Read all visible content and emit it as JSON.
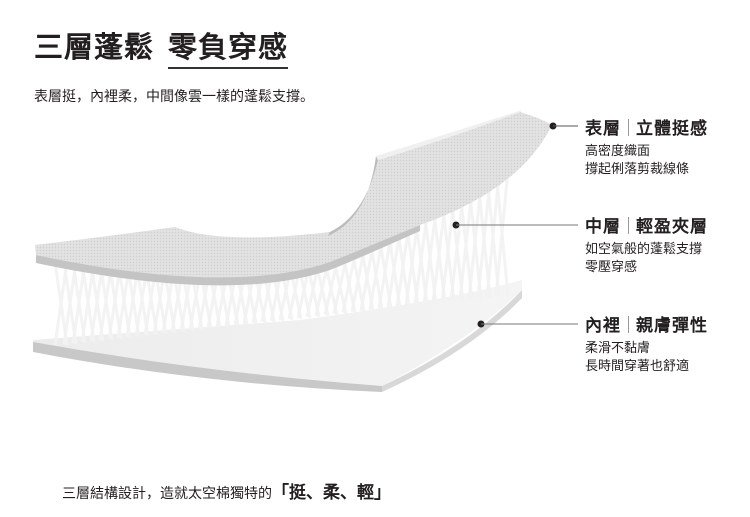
{
  "title": {
    "part1": "三層蓬鬆",
    "part2": "零負穿感"
  },
  "subtitle": "表層挺，內裡柔，中間像雲一樣的蓬鬆支撐。",
  "layers": [
    {
      "name": "表層",
      "feature": "立體挺感",
      "lines": [
        "高密度織面",
        "撐起俐落剪裁線條"
      ]
    },
    {
      "name": "中層",
      "feature": "輕盈夾層",
      "lines": [
        "如空氣般的蓬鬆支撐",
        "零壓穿感"
      ]
    },
    {
      "name": "內裡",
      "feature": "親膚彈性",
      "lines": [
        "柔滑不黏膚",
        "長時間穿著也舒適"
      ]
    }
  ],
  "footer": {
    "text": "三層結構設計，造就太空棉獨特的",
    "emphasis": "「挺、柔、輕」"
  },
  "colors": {
    "text": "#231f20",
    "sheet": "#e6e6e6",
    "edge": "#c4c4c4",
    "dot": "#231f20"
  }
}
